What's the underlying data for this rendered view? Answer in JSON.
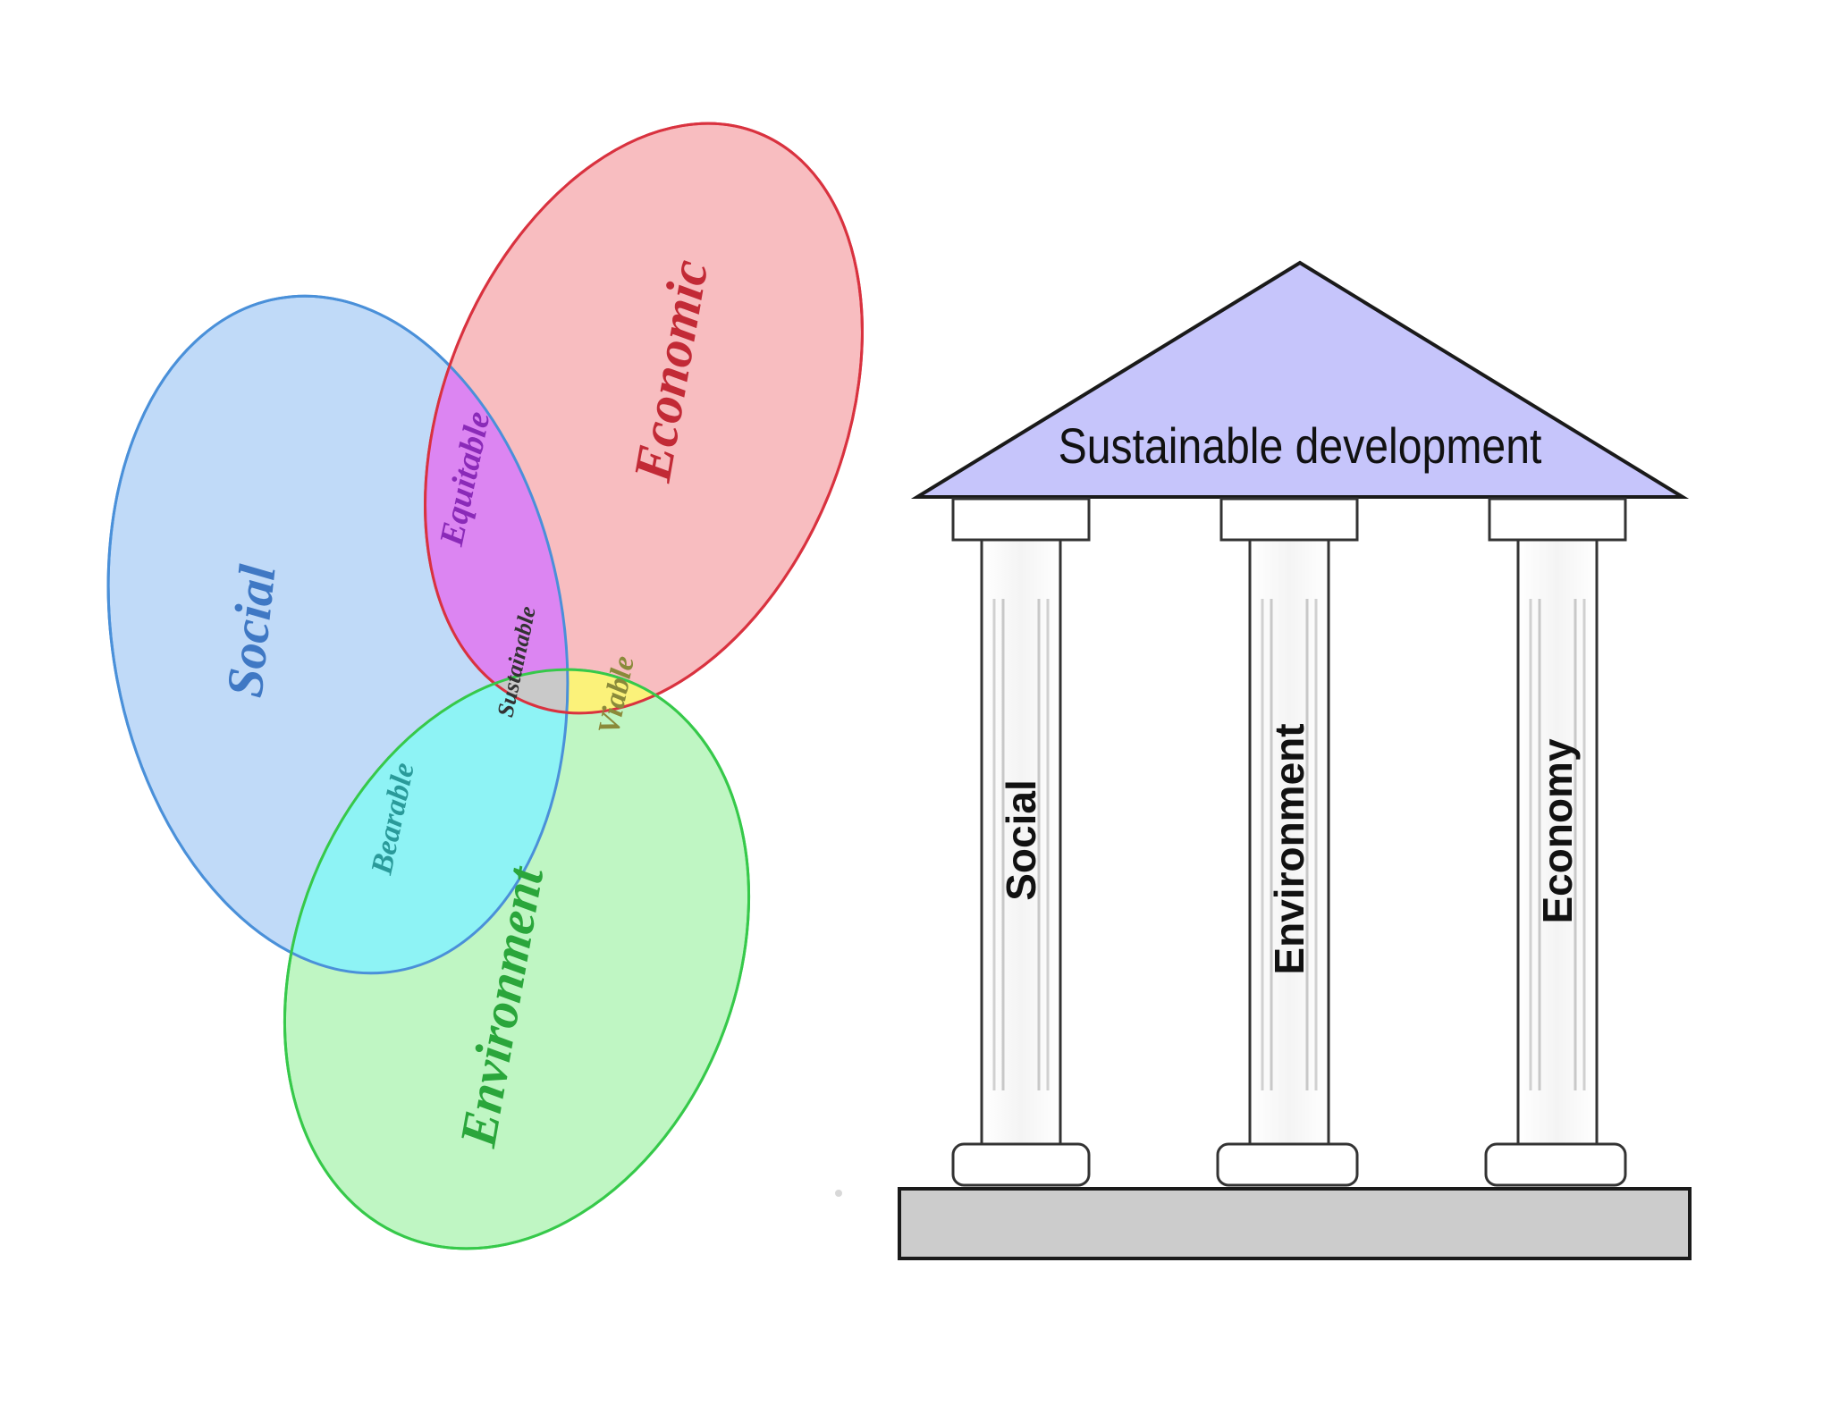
{
  "venn": {
    "circles": {
      "social": {
        "label": "Social",
        "fill": "#b9d6f7",
        "stroke": "#4a90d9",
        "text": "#3f78c4"
      },
      "economic": {
        "label": "Economic",
        "fill": "#f7b6b9",
        "stroke": "#d9323f",
        "text": "#c22a36"
      },
      "environment": {
        "label": "Environment",
        "fill": "#b8f5bd",
        "stroke": "#36c94a",
        "text": "#2aa63b"
      }
    },
    "overlaps": {
      "equitable": {
        "label": "Equitable",
        "fill": "#dc85f2",
        "text": "#8a2ab8"
      },
      "viable": {
        "label": "Viable",
        "fill": "#fbf27a",
        "text": "#8a8a3a"
      },
      "bearable": {
        "label": "Bearable",
        "fill": "#8ef3f5",
        "text": "#2a9a9a"
      },
      "sustainable": {
        "label": "Sustainable",
        "fill": "#c9c9c9",
        "text": "#333333"
      }
    }
  },
  "temple": {
    "roof_label": "Sustainable development",
    "roof_fill": "#c6c5fb",
    "base_fill": "#cccccc",
    "pillars": [
      {
        "label": "Social"
      },
      {
        "label": "Environment"
      },
      {
        "label": "Economy"
      }
    ]
  }
}
